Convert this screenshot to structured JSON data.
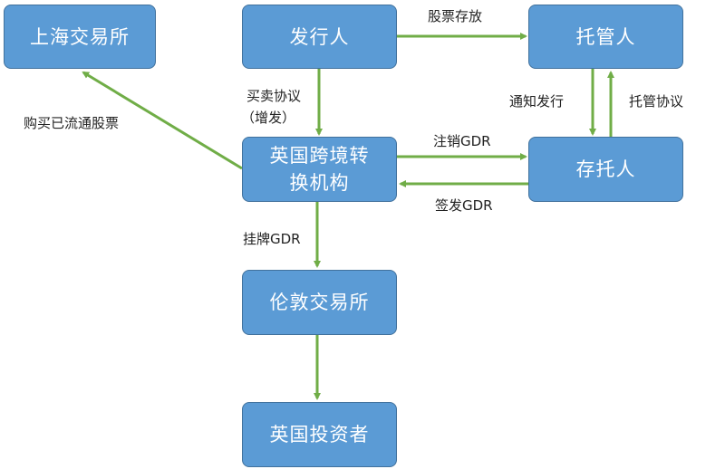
{
  "colors": {
    "box_fill": "#5b9bd5",
    "box_border": "#41719c",
    "arrow": "#70ad47"
  },
  "nodes": {
    "shse": "上海交易所",
    "issuer": "发行人",
    "custodian": "托管人",
    "conversion": "英国跨境转换机构",
    "depositary": "存托人",
    "lse": "伦敦交易所",
    "uk_investors": "英国投资者"
  },
  "edges": {
    "stock_deposit": "股票存放",
    "buy_sell_agreement": "买卖协议",
    "issue_increase": "（增发）",
    "buy_circulating": "购买已流通股票",
    "notify_issue": "通知发行",
    "custody_agreement": "托管协议",
    "cancel_gdr": "注销GDR",
    "issue_gdr": "签发GDR",
    "list_gdr": "挂牌GDR"
  }
}
